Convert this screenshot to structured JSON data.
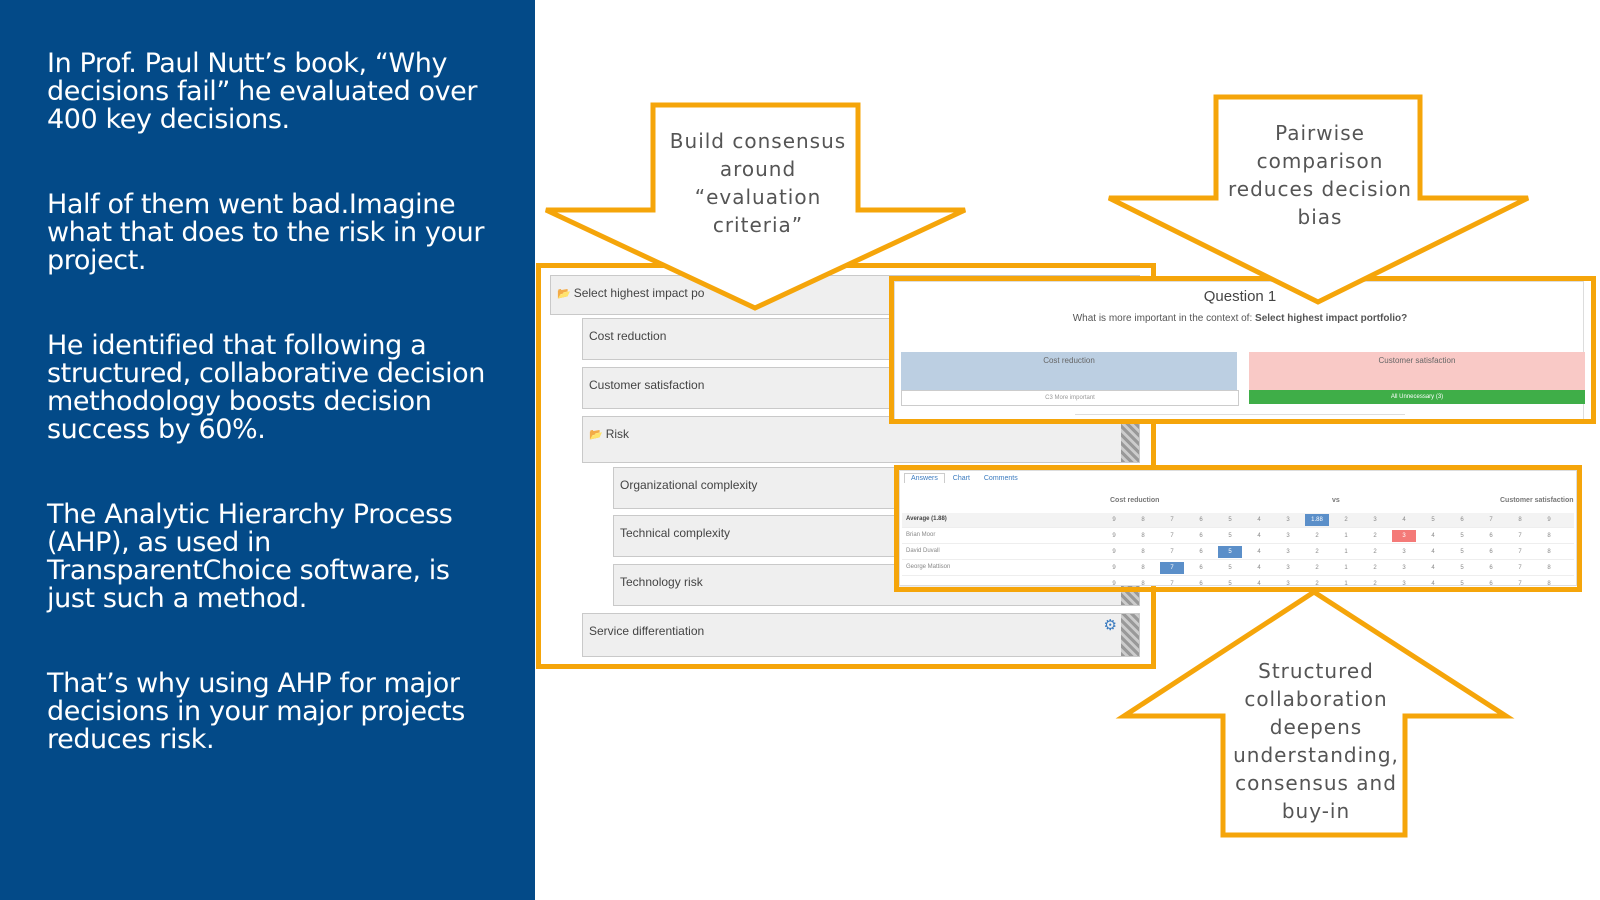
{
  "left_panel": {
    "paragraphs": [
      "In Prof. Paul Nutt’s book, “Why decisions fail” he evaluated over 400 key decisions.",
      "Half of them went bad.Imagine what that does to the risk in your project.",
      "He identified that following a structured, collaborative decision methodology boosts decision success by 60%.",
      "The Analytic Hierarchy Process (AHP), as used in TransparentChoice software, is just such a method.",
      "That’s why using AHP for major decisions in your major projects reduces risk."
    ]
  },
  "callouts": {
    "criteria": "Build consensus\naround\n“evaluation\ncriteria”",
    "pairwise": "Pairwise\ncomparison\nreduces decision\nbias",
    "collab": "Structured\ncollaboration\ndeepens\nunderstanding,\nconsensus and\nbuy-in"
  },
  "tree": {
    "root": "Select highest impact po",
    "items": [
      "Cost reduction",
      "Customer satisfaction",
      "Risk",
      "Organizational complexity",
      "Technical complexity",
      "Technology risk",
      "Service differentiation"
    ]
  },
  "question": {
    "title": "Question 1",
    "prompt": "What is more important in the context of:",
    "prompt_bold": "Select highest impact portfolio?",
    "left_option": "Cost reduction",
    "left_sub": "C3 More important",
    "right_option": "Customer satisfaction",
    "right_sub": "All Unnecessary (3)"
  },
  "results": {
    "tabs": [
      "Answers",
      "Chart",
      "Comments"
    ],
    "left_header": "Cost reduction",
    "vs": "vs",
    "right_header": "Customer satisfaction",
    "rows": [
      {
        "name": "Average (1.88)",
        "values": [
          "9",
          "8",
          "7",
          "6",
          "5",
          "4",
          "3",
          "1.88",
          "2",
          "3",
          "4",
          "5",
          "6",
          "7",
          "8",
          "9"
        ]
      },
      {
        "name": "Brian Moor",
        "values": [
          "9",
          "8",
          "7",
          "6",
          "5",
          "4",
          "3",
          "2",
          "1",
          "2",
          "3",
          "4",
          "5",
          "6",
          "7",
          "8"
        ]
      },
      {
        "name": "David Duvall",
        "values": [
          "9",
          "8",
          "7",
          "6",
          "5",
          "4",
          "3",
          "2",
          "1",
          "2",
          "3",
          "4",
          "5",
          "6",
          "7",
          "8"
        ]
      },
      {
        "name": "George Mattison",
        "values": [
          "9",
          "8",
          "7",
          "6",
          "5",
          "4",
          "3",
          "2",
          "1",
          "2",
          "3",
          "4",
          "5",
          "6",
          "7",
          "8"
        ]
      },
      {
        "name": "",
        "values": [
          "9",
          "8",
          "7",
          "6",
          "5",
          "4",
          "3",
          "2",
          "1",
          "2",
          "3",
          "4",
          "5",
          "6",
          "7",
          "8"
        ]
      }
    ]
  },
  "colors": {
    "panel": "#034a88",
    "accent": "#f5a50a",
    "option_blue": "#bccfe2",
    "option_pink": "#f9c9c6",
    "green": "#3fae48",
    "highlight_blue": "#5b8fc9",
    "highlight_red": "#f47a78"
  }
}
